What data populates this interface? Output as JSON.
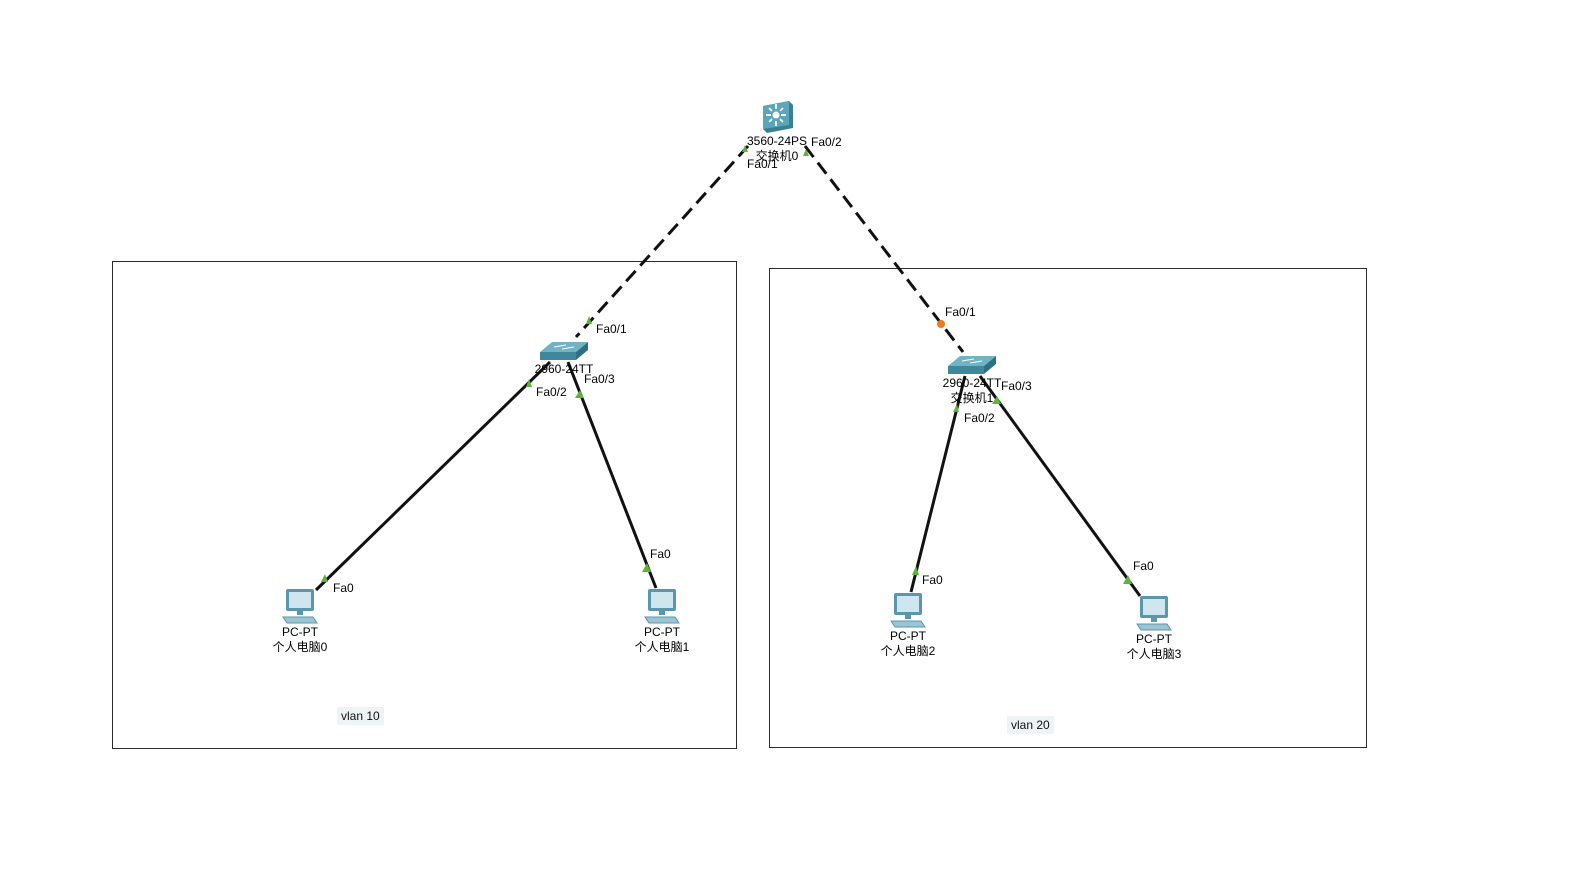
{
  "colors": {
    "link": "#111111",
    "port_up": "#5cb53a",
    "port_orange": "#f07a1a",
    "switch_blue": "#4d97ab"
  },
  "zones": [
    {
      "id": "vlan10",
      "label": "vlan 10"
    },
    {
      "id": "vlan20",
      "label": "vlan 20"
    }
  ],
  "devices": {
    "core_switch": {
      "model": "3560-24PS",
      "name": "交换机0",
      "icon": "multilayer-switch-icon"
    },
    "switch_left": {
      "model": "2960-24TT",
      "name": "",
      "icon": "switch-icon"
    },
    "switch_right": {
      "model": "2960-24TT",
      "name": "交换机1",
      "icon": "switch-icon"
    },
    "pc0": {
      "model": "PC-PT",
      "name": "个人电脑0",
      "icon": "pc-icon"
    },
    "pc1": {
      "model": "PC-PT",
      "name": "个人电脑1",
      "icon": "pc-icon"
    },
    "pc2": {
      "model": "PC-PT",
      "name": "个人电脑2",
      "icon": "pc-icon"
    },
    "pc3": {
      "model": "PC-PT",
      "name": "个人电脑3",
      "icon": "pc-icon"
    }
  },
  "ports": {
    "core_fa01": "Fa0/1",
    "core_fa02": "Fa0/2",
    "left_fa01": "Fa0/1",
    "left_fa02": "Fa0/2",
    "left_fa03": "Fa0/3",
    "right_fa01": "Fa0/1",
    "right_fa02": "Fa0/2",
    "right_fa03": "Fa0/3",
    "pc0_fa0": "Fa0",
    "pc1_fa0": "Fa0",
    "pc2_fa0": "Fa0",
    "pc3_fa0": "Fa0"
  },
  "links": [
    {
      "from": "core_switch",
      "to": "switch_left",
      "style": "dashed"
    },
    {
      "from": "core_switch",
      "to": "switch_right",
      "style": "dashed"
    },
    {
      "from": "switch_left",
      "to": "pc0",
      "style": "solid"
    },
    {
      "from": "switch_left",
      "to": "pc1",
      "style": "solid"
    },
    {
      "from": "switch_right",
      "to": "pc2",
      "style": "solid"
    },
    {
      "from": "switch_right",
      "to": "pc3",
      "style": "solid"
    }
  ]
}
